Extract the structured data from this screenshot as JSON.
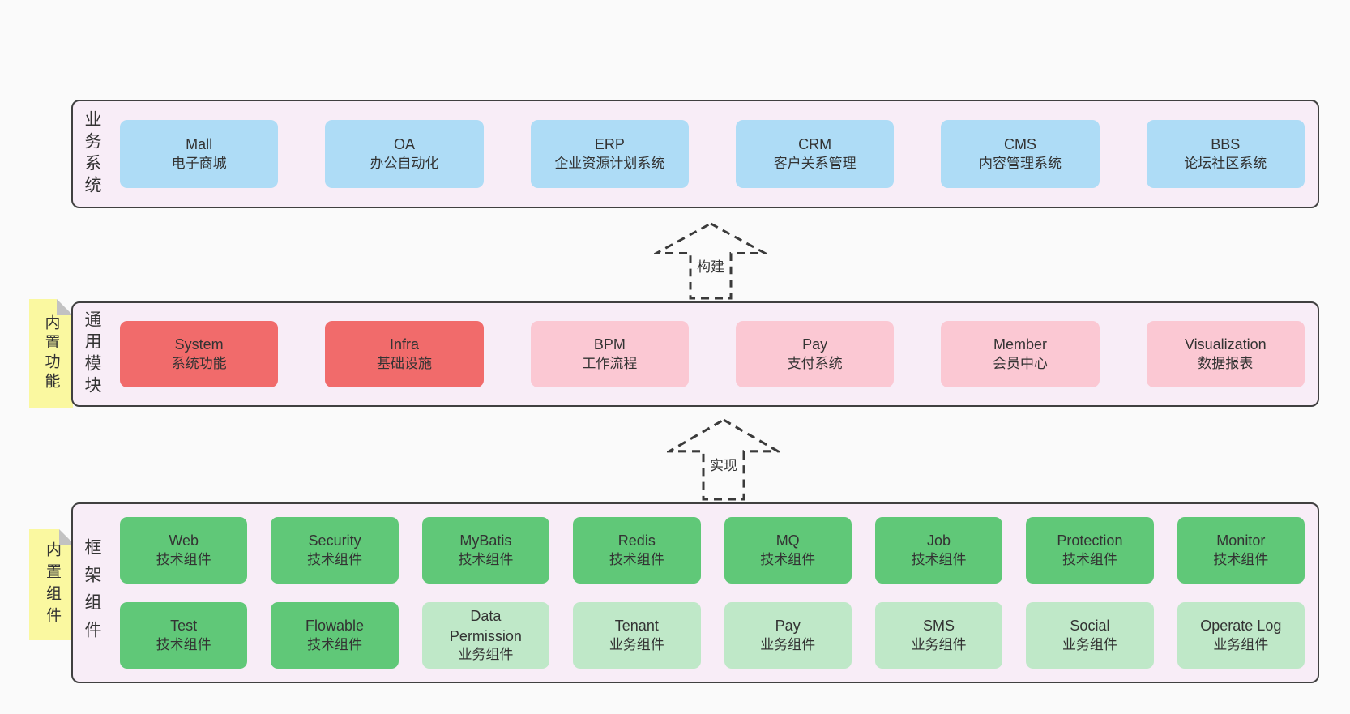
{
  "colors": {
    "pagebg": "#FAFAFA",
    "bandbg": "#F8EDF7",
    "border": "#404040",
    "text": "#333333",
    "blue": "#AEDCF6",
    "red": "#F16B6B",
    "pink": "#FBC8D3",
    "green": "#60C878",
    "lightgreen": "#BFE8C8",
    "yellow": "#FAF8A0",
    "fold": "#C2C2C2",
    "arrowfill": "#FBFBFB",
    "dash": "#3A3A3A"
  },
  "arrows": {
    "build": {
      "label": "构建"
    },
    "implement": {
      "label": "实现"
    }
  },
  "layers": {
    "business": {
      "label": "业务系统",
      "boxes": [
        {
          "name": "Mall",
          "desc": "电子商城"
        },
        {
          "name": "OA",
          "desc": "办公自动化"
        },
        {
          "name": "ERP",
          "desc": "企业资源计划系统"
        },
        {
          "name": "CRM",
          "desc": "客户关系管理"
        },
        {
          "name": "CMS",
          "desc": "内容管理系统"
        },
        {
          "name": "BBS",
          "desc": "论坛社区系统"
        }
      ]
    },
    "modules": {
      "label": "通用模块",
      "tag": "内置功能",
      "boxes": [
        {
          "name": "System",
          "desc": "系统功能"
        },
        {
          "name": "Infra",
          "desc": "基础设施"
        },
        {
          "name": "BPM",
          "desc": "工作流程"
        },
        {
          "name": "Pay",
          "desc": "支付系统"
        },
        {
          "name": "Member",
          "desc": "会员中心"
        },
        {
          "name": "Visualization",
          "desc": "数据报表"
        }
      ]
    },
    "framework": {
      "label": "框架组件",
      "tag": "内置组件",
      "row1": [
        {
          "name": "Web",
          "desc": "技术组件"
        },
        {
          "name": "Security",
          "desc": "技术组件"
        },
        {
          "name": "MyBatis",
          "desc": "技术组件"
        },
        {
          "name": "Redis",
          "desc": "技术组件"
        },
        {
          "name": "MQ",
          "desc": "技术组件"
        },
        {
          "name": "Job",
          "desc": "技术组件"
        },
        {
          "name": "Protection",
          "desc": "技术组件"
        },
        {
          "name": "Monitor",
          "desc": "技术组件"
        }
      ],
      "row2": [
        {
          "name": "Test",
          "desc": "技术组件"
        },
        {
          "name": "Flowable",
          "desc": "技术组件"
        },
        {
          "name": "Data Permission",
          "desc": "业务组件"
        },
        {
          "name": "Tenant",
          "desc": "业务组件"
        },
        {
          "name": "Pay",
          "desc": "业务组件"
        },
        {
          "name": "SMS",
          "desc": "业务组件"
        },
        {
          "name": "Social",
          "desc": "业务组件"
        },
        {
          "name": "Operate Log",
          "desc": "业务组件"
        }
      ]
    }
  }
}
